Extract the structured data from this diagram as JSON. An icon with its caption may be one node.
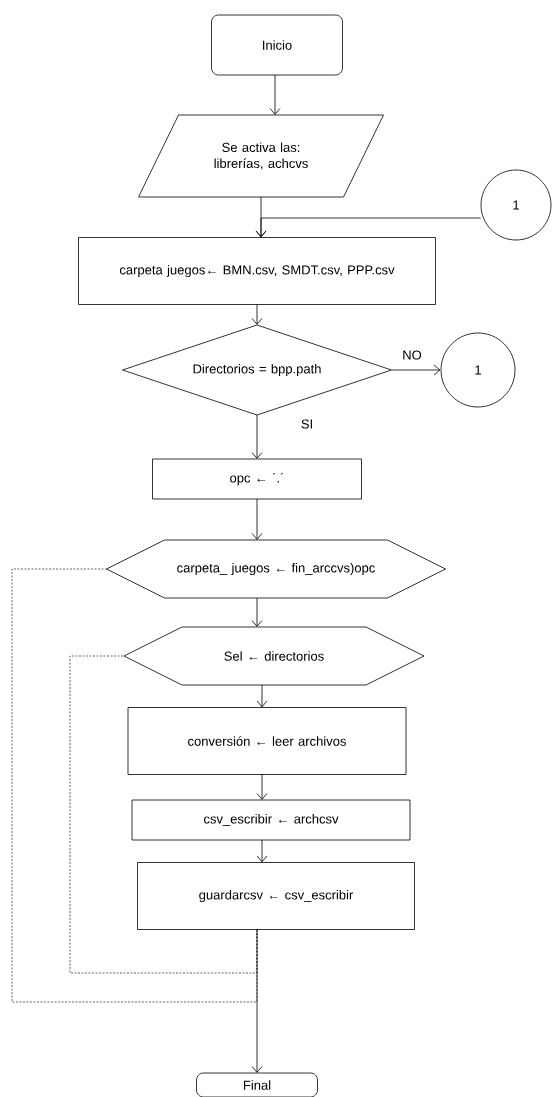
{
  "diagram": {
    "nodes": [
      {
        "text": [
          "Inicio"
        ]
      },
      {
        "text": [
          "Se activa las: librerías, achcvs"
        ]
      },
      {
        "text": [
          "1"
        ]
      },
      {
        "text": [
          "carpeta juegos← BMN.csv, SMDT.csv, PPP.csv"
        ]
      },
      {
        "text": [
          "Directorios = bpp.path"
        ]
      },
      {
        "text": [
          "1"
        ]
      },
      {
        "text": [
          "opc ← ´.´"
        ]
      },
      {
        "text": [
          "carpeta_ juegos ← fin_arccvs)opc"
        ]
      },
      {
        "text": [
          "Sel ← directorios"
        ]
      },
      {
        "text": [
          "conversión ← leer archivos"
        ]
      },
      {
        "text": [
          "csv_escribir ← archcsv"
        ]
      },
      {
        "text": [
          "guardarcsv ← csv_escribir"
        ]
      },
      {
        "text": [
          "Final"
        ]
      }
    ],
    "edges": [
      {
        "from": 0,
        "to": 1,
        "arrow": "to"
      },
      {
        "from": 1,
        "to": 3,
        "arrow": "to"
      },
      {
        "from": 2,
        "to": 3,
        "arrow": "to"
      },
      {
        "from": 3,
        "to": 4,
        "arrow": "to"
      },
      {
        "from": 4,
        "to": 5,
        "arrow": "to",
        "label": "NO"
      },
      {
        "from": 4,
        "to": 6,
        "arrow": "to",
        "label": "SI"
      },
      {
        "from": 6,
        "to": 7,
        "arrow": "to"
      },
      {
        "from": 7,
        "to": 8,
        "arrow": "to"
      },
      {
        "from": 8,
        "to": 9,
        "arrow": "to"
      },
      {
        "from": 9,
        "to": 10,
        "arrow": "to"
      },
      {
        "from": 10,
        "to": 11,
        "arrow": "to"
      },
      {
        "from": 11,
        "to": 12,
        "arrow": "to"
      },
      {
        "from": 11,
        "to": 8,
        "arrow": "none",
        "style": "dashed"
      },
      {
        "from": 11,
        "to": 7,
        "arrow": "none",
        "style": "dashed"
      }
    ]
  }
}
